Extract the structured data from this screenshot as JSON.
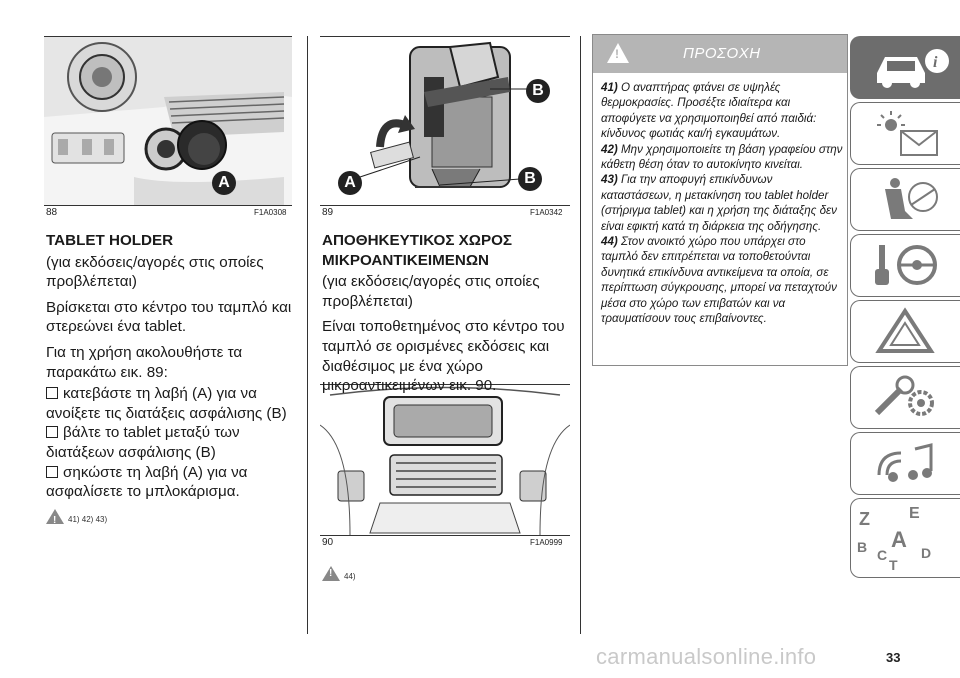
{
  "figures": [
    {
      "number": "88",
      "code": "F1A0308",
      "callout": "A"
    },
    {
      "number": "89",
      "code": "F1A0342",
      "callouts": [
        "A",
        "B",
        "B"
      ]
    },
    {
      "number": "90",
      "code": "F1A0999"
    }
  ],
  "column1": {
    "title": "TABLET HOLDER",
    "p1": "(για εκδόσεις/αγορές στις οποίες προβλέπεται)",
    "p2": "Βρίσκεται στο κέντρο του ταμπλό και στερεώνει ένα tablet.",
    "p3": "Για τη χρήση ακολουθήστε τα παρακάτω εικ. 89:",
    "step1": "κατεβάστε τη λαβή (A) για να ανοίξετε τις διατάξεις ασφάλισης (B)",
    "step2": "βάλτε το tablet μεταξύ των διατάξεων ασφάλισης (B)",
    "step3": "σηκώστε τη λαβή (A) για να ασφαλίσετε το μπλοκάρισμα.",
    "refs": "41) 42) 43)"
  },
  "column2": {
    "title": "ΑΠΟΘΗΚΕΥΤΙΚΟΣ ΧΩΡΟΣ ΜΙΚΡΟΑΝΤΙΚΕΙΜΕΝΩΝ",
    "p1": "(για εκδόσεις/αγορές στις οποίες προβλέπεται)",
    "p2": "Είναι τοποθετημένος στο κέντρο του ταμπλό σε ορισμένες εκδόσεις και διαθέσιμος με ένα χώρο μικροαντικειμένων εικ. 90.",
    "refs": "44)"
  },
  "warning": {
    "heading": "ΠΡΟΣΟΧΗ",
    "items": [
      {
        "num": "41)",
        "text": "Ο αναπτήρας φτάνει σε υψηλές θερμοκρασίες. Προσέξτε ιδιαίτερα και αποφύγετε να χρησιμοποιηθεί από παιδιά: κίνδυνος φωτιάς και/ή εγκαυμάτων."
      },
      {
        "num": "42)",
        "text": "Μην χρησιμοποιείτε τη βάση γραφείου στην κάθετη θέση όταν το αυτοκίνητο κινείται."
      },
      {
        "num": "43)",
        "text": "Για την αποφυγή επικίνδυνων καταστάσεων, η μετακίνηση του tablet holder (στήριγμα tablet) και η χρήση της διάταξης δεν είναι εφικτή κατά τη διάρκεια της οδήγησης."
      },
      {
        "num": "44)",
        "text": "Στον ανοικτό χώρο που υπάρχει στο ταμπλό δεν επιτρέπεται να τοποθετούνται δυνητικά επικίνδυνα αντικείμενα τα οποία, σε περίπτωση σύγκρουσης, μπορεί να πεταχτούν μέσα στο χώρο των επιβατών και να τραυματίσουν τους επιβαίνοντες."
      }
    ]
  },
  "sidebar": {
    "tabs": [
      {
        "icon": "car-info-icon",
        "active": true
      },
      {
        "icon": "warning-lights-message-icon",
        "active": false
      },
      {
        "icon": "seat-airbag-icon",
        "active": false
      },
      {
        "icon": "key-steering-wheel-icon",
        "active": false
      },
      {
        "icon": "emergency-triangle-icon",
        "active": false
      },
      {
        "icon": "wrench-gears-icon",
        "active": false
      },
      {
        "icon": "satellite-music-icon",
        "active": false
      },
      {
        "icon": "alphabetical-index-icon",
        "active": false
      }
    ],
    "index_letters": [
      "Z",
      "E",
      "A",
      "B",
      "C",
      "T",
      "D"
    ]
  },
  "page_number": "33",
  "watermark": "carmanualsonline.info"
}
